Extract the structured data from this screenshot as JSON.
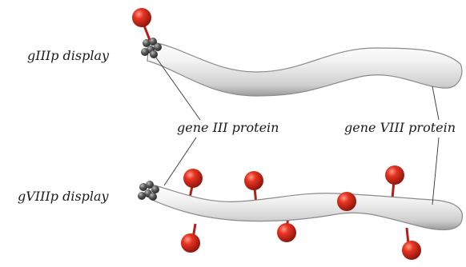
{
  "labels": {
    "giiip_display": "gIIIp display",
    "gviiip_display": "gVIIIp display",
    "gene_iii_protein": "gene III protein",
    "gene_viii_protein": "gene VIII protein"
  },
  "colors": {
    "phage_body": "#e6e6e6",
    "phage_outline": "#8a8a8a",
    "fusion_ball": "#d8261c",
    "fusion_stem": "#b02018",
    "capsid_cluster": "#4d4d4d",
    "leader_line": "#333333"
  },
  "icons": {
    "red_sphere": "fusion-protein-sphere",
    "gray_cluster": "gene-iii-protein-cluster"
  }
}
